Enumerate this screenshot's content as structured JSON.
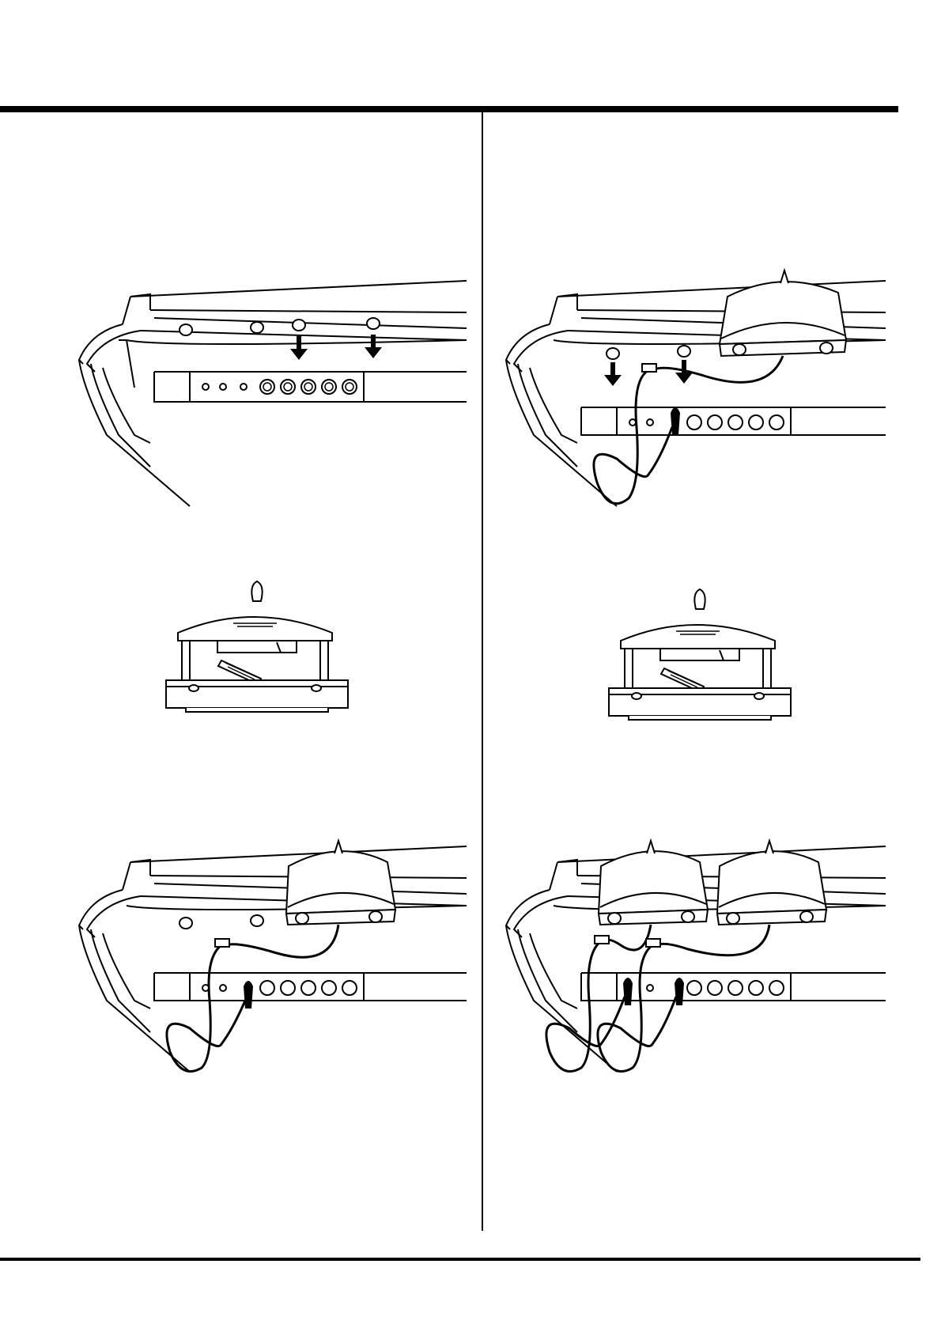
{
  "page": {
    "background": "#ffffff",
    "ink": "#000000"
  },
  "figures": [
    {
      "id": "fig-a",
      "icon": "pedal-mounting-holes-illustration"
    },
    {
      "id": "fig-b",
      "icon": "pedal-attach-step-illustration"
    },
    {
      "id": "fig-c",
      "icon": "pedal-unit-open-illustration"
    },
    {
      "id": "fig-d",
      "icon": "pedal-unit-open-illustration"
    },
    {
      "id": "fig-e",
      "icon": "single-pedal-connected-illustration"
    },
    {
      "id": "fig-f",
      "icon": "two-pedals-connected-illustration"
    }
  ]
}
